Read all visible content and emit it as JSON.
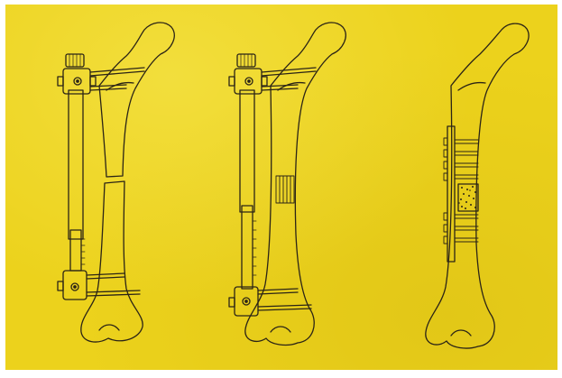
{
  "colors": {
    "background": "#ecd21c",
    "ink": "#2b2416",
    "frame": "#ffffff"
  },
  "figures": [
    {
      "name": "distraction-fixator-stage",
      "elements": [
        "femur-bone-with-osteotomy-gap",
        "external-fixator-rod",
        "upper-clamp",
        "lower-clamp",
        "transfixion-pins"
      ]
    },
    {
      "name": "callus-formation-stage",
      "elements": [
        "femur-bone-with-regenerate",
        "external-fixator-rod",
        "upper-clamp",
        "lower-clamp",
        "transfixion-pins"
      ]
    },
    {
      "name": "plate-and-graft-stage",
      "elements": [
        "femur-bone",
        "bone-plate",
        "plate-screws",
        "bone-graft"
      ]
    }
  ]
}
